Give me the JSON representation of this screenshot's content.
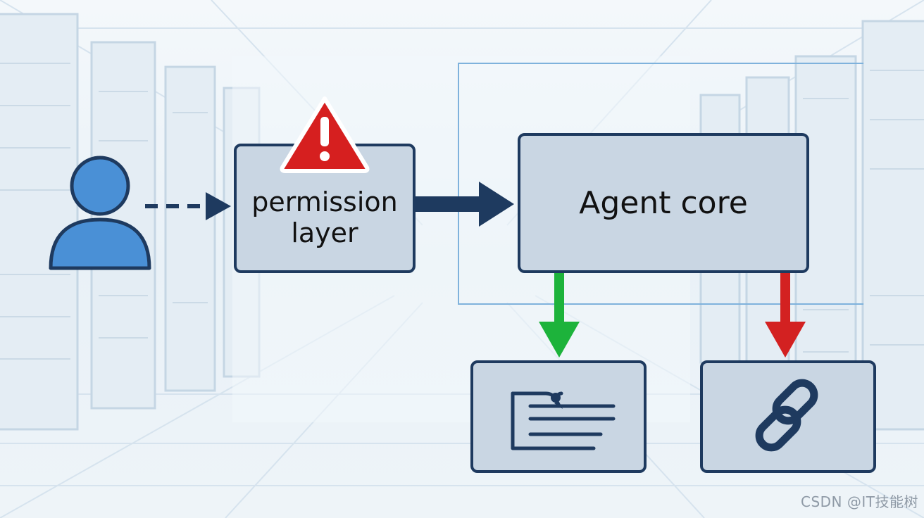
{
  "diagram": {
    "nodes": {
      "permission": "permission\nlayer",
      "agent": "Agent core"
    },
    "icons": {
      "user": "user-icon",
      "warning": "warning-icon",
      "document": "document-icon",
      "link": "link-icon"
    },
    "colors": {
      "node_fill": "#c9d6e3",
      "node_border": "#1e3a5f",
      "user_fill": "#4a90d6",
      "warning_red": "#d61f1f",
      "allow_green": "#1db33b",
      "deny_red": "#d32121",
      "flow_blue": "#1e3a5f"
    }
  },
  "watermark": "CSDN @IT技能树"
}
